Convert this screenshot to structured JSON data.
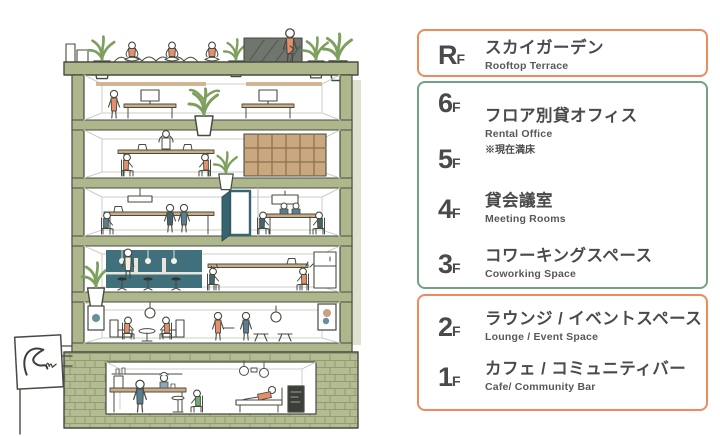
{
  "palette": {
    "accent_orange": "#ef8a5e",
    "accent_green": "#73a184",
    "text_dark": "#4a4a4a",
    "building_sage": "#aeb78c",
    "building_teal": "#40707b",
    "figure_salmon": "#e78e6d",
    "figure_blue": "#5b7d90",
    "wood_tan": "#cdab84",
    "plant_green": "#7da05f",
    "ink": "#474b41"
  },
  "illustration": {
    "description": "hand-drawn building cross-section",
    "icons": {
      "sign_logo": "scribble-bird-logo",
      "rooftop_hedge": "dark-hatched-hedge",
      "chalkboard": "cafe-chalkboard"
    }
  },
  "floor_guide": {
    "groups": [
      {
        "id": "rooftop",
        "border_color": "#ef8a5e",
        "rows": [
          {
            "floors": [
              {
                "num": "R",
                "suffix": "F"
              }
            ],
            "title_ja": "スカイガーデン",
            "title_en": "Rooftop Terrace"
          }
        ]
      },
      {
        "id": "middle",
        "border_color": "#73a184",
        "rows": [
          {
            "floors": [
              {
                "num": "6",
                "suffix": "F"
              },
              {
                "num": "5",
                "suffix": "F"
              }
            ],
            "title_ja": "フロア別貸オフィス",
            "title_en": "Rental Office",
            "note": "※現在満床"
          },
          {
            "floors": [
              {
                "num": "4",
                "suffix": "F"
              }
            ],
            "title_ja": "貸会議室",
            "title_en": "Meeting Rooms"
          },
          {
            "floors": [
              {
                "num": "3",
                "suffix": "F"
              }
            ],
            "title_ja": "コワーキングスペース",
            "title_en": "Coworking Space"
          }
        ]
      },
      {
        "id": "lower",
        "border_color": "#ef8a5e",
        "rows": [
          {
            "floors": [
              {
                "num": "2",
                "suffix": "F"
              }
            ],
            "title_ja": "ラウンジ / イベントスペース",
            "title_en": "Lounge / Event Space"
          },
          {
            "floors": [
              {
                "num": "1",
                "suffix": "F"
              }
            ],
            "title_ja": "カフェ / コミュニティバー",
            "title_en": "Cafe/ Community Bar"
          }
        ]
      }
    ]
  }
}
